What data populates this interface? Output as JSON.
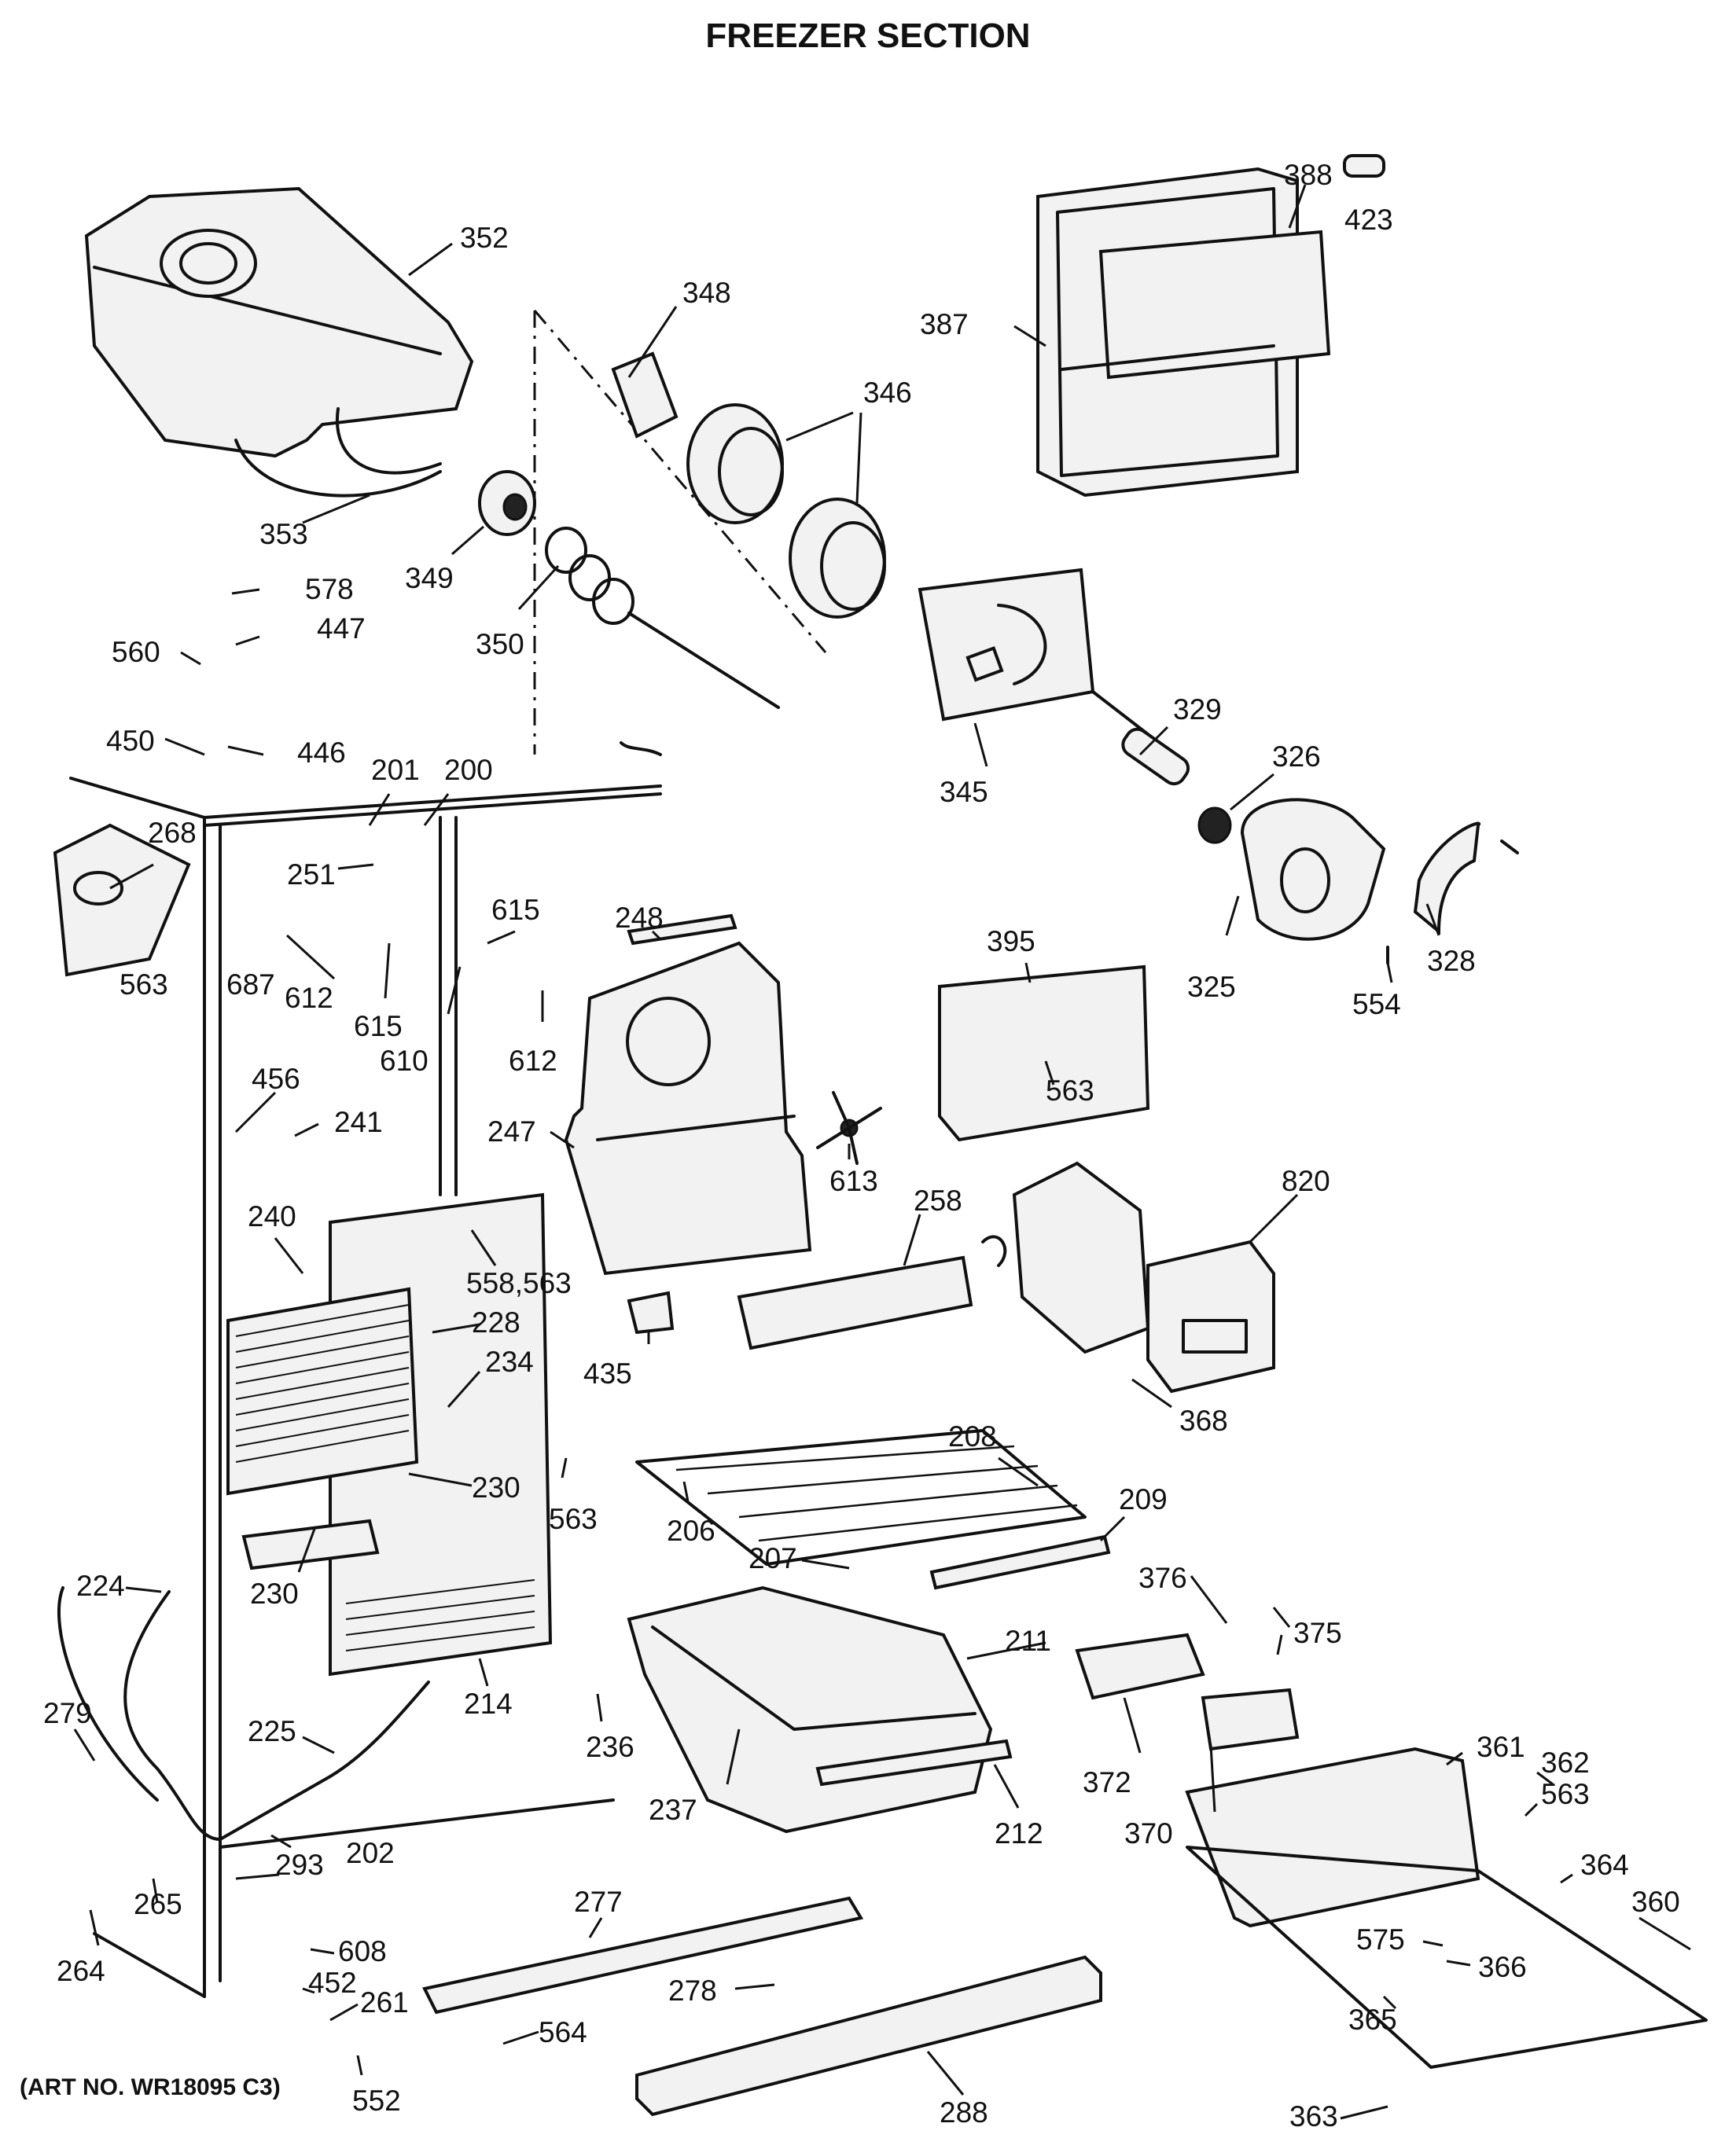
{
  "title": "FREEZER SECTION",
  "art_number": "(ART NO. WR18095 C3)",
  "callouts": [
    {
      "id": "352",
      "label": "352"
    },
    {
      "id": "348",
      "label": "348"
    },
    {
      "id": "346",
      "label": "346"
    },
    {
      "id": "388",
      "label": "388"
    },
    {
      "id": "423",
      "label": "423"
    },
    {
      "id": "387",
      "label": "387"
    },
    {
      "id": "353",
      "label": "353"
    },
    {
      "id": "349",
      "label": "349"
    },
    {
      "id": "350",
      "label": "350"
    },
    {
      "id": "578",
      "label": "578"
    },
    {
      "id": "447",
      "label": "447"
    },
    {
      "id": "560",
      "label": "560"
    },
    {
      "id": "450",
      "label": "450"
    },
    {
      "id": "446",
      "label": "446"
    },
    {
      "id": "201",
      "label": "201"
    },
    {
      "id": "200",
      "label": "200"
    },
    {
      "id": "345",
      "label": "345"
    },
    {
      "id": "329",
      "label": "329"
    },
    {
      "id": "326",
      "label": "326"
    },
    {
      "id": "268",
      "label": "268"
    },
    {
      "id": "251",
      "label": "251"
    },
    {
      "id": "615a",
      "label": "615"
    },
    {
      "id": "248",
      "label": "248"
    },
    {
      "id": "563a",
      "label": "563"
    },
    {
      "id": "687",
      "label": "687"
    },
    {
      "id": "612a",
      "label": "612"
    },
    {
      "id": "615b",
      "label": "615"
    },
    {
      "id": "610",
      "label": "610"
    },
    {
      "id": "612b",
      "label": "612"
    },
    {
      "id": "395",
      "label": "395"
    },
    {
      "id": "325",
      "label": "325"
    },
    {
      "id": "554",
      "label": "554"
    },
    {
      "id": "328",
      "label": "328"
    },
    {
      "id": "456",
      "label": "456"
    },
    {
      "id": "241",
      "label": "241"
    },
    {
      "id": "247",
      "label": "247"
    },
    {
      "id": "563b",
      "label": "563"
    },
    {
      "id": "613",
      "label": "613"
    },
    {
      "id": "820",
      "label": "820"
    },
    {
      "id": "240",
      "label": "240"
    },
    {
      "id": "558",
      "label": "558,563"
    },
    {
      "id": "258",
      "label": "258"
    },
    {
      "id": "228",
      "label": "228"
    },
    {
      "id": "234",
      "label": "234"
    },
    {
      "id": "435",
      "label": "435"
    },
    {
      "id": "368",
      "label": "368"
    },
    {
      "id": "208",
      "label": "208"
    },
    {
      "id": "230a",
      "label": "230"
    },
    {
      "id": "563c",
      "label": "563"
    },
    {
      "id": "206",
      "label": "206"
    },
    {
      "id": "209",
      "label": "209"
    },
    {
      "id": "224",
      "label": "224"
    },
    {
      "id": "207",
      "label": "207"
    },
    {
      "id": "376",
      "label": "376"
    },
    {
      "id": "230b",
      "label": "230"
    },
    {
      "id": "375",
      "label": "375"
    },
    {
      "id": "211",
      "label": "211"
    },
    {
      "id": "214",
      "label": "214"
    },
    {
      "id": "279",
      "label": "279"
    },
    {
      "id": "225",
      "label": "225"
    },
    {
      "id": "236",
      "label": "236"
    },
    {
      "id": "372",
      "label": "372"
    },
    {
      "id": "361",
      "label": "361"
    },
    {
      "id": "362",
      "label": "362"
    },
    {
      "id": "563d",
      "label": "563"
    },
    {
      "id": "237",
      "label": "237"
    },
    {
      "id": "212",
      "label": "212"
    },
    {
      "id": "370",
      "label": "370"
    },
    {
      "id": "202",
      "label": "202"
    },
    {
      "id": "293",
      "label": "293"
    },
    {
      "id": "265",
      "label": "265"
    },
    {
      "id": "277",
      "label": "277"
    },
    {
      "id": "364",
      "label": "364"
    },
    {
      "id": "264",
      "label": "264"
    },
    {
      "id": "608",
      "label": "608"
    },
    {
      "id": "360",
      "label": "360"
    },
    {
      "id": "575",
      "label": "575"
    },
    {
      "id": "452",
      "label": "452"
    },
    {
      "id": "278",
      "label": "278"
    },
    {
      "id": "366",
      "label": "366"
    },
    {
      "id": "261",
      "label": "261"
    },
    {
      "id": "365",
      "label": "365"
    },
    {
      "id": "564",
      "label": "564"
    },
    {
      "id": "288",
      "label": "288"
    },
    {
      "id": "552",
      "label": "552"
    },
    {
      "id": "363",
      "label": "363"
    }
  ]
}
